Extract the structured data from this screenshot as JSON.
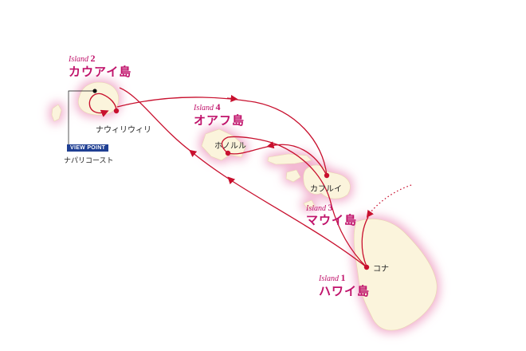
{
  "colors": {
    "route": "#c8102e",
    "label": "#c0136b",
    "land": "#fbf4dc",
    "glow": "#f3b7d3",
    "viewpoint_badge": "#1f3f93"
  },
  "islands": [
    {
      "number_prefix": "Island",
      "number": "1",
      "name": "ハワイ島",
      "port": "コナ"
    },
    {
      "number_prefix": "Island",
      "number": "2",
      "name": "カウアイ島",
      "port": "ナウィリウィリ"
    },
    {
      "number_prefix": "Island",
      "number": "3",
      "name": "マウイ島",
      "port": "カフルイ"
    },
    {
      "number_prefix": "Island",
      "number": "4",
      "name": "オアフ島",
      "port": "ホノルル"
    }
  ],
  "viewpoint": {
    "badge": "VIEW POINT",
    "name": "ナパリコースト"
  }
}
